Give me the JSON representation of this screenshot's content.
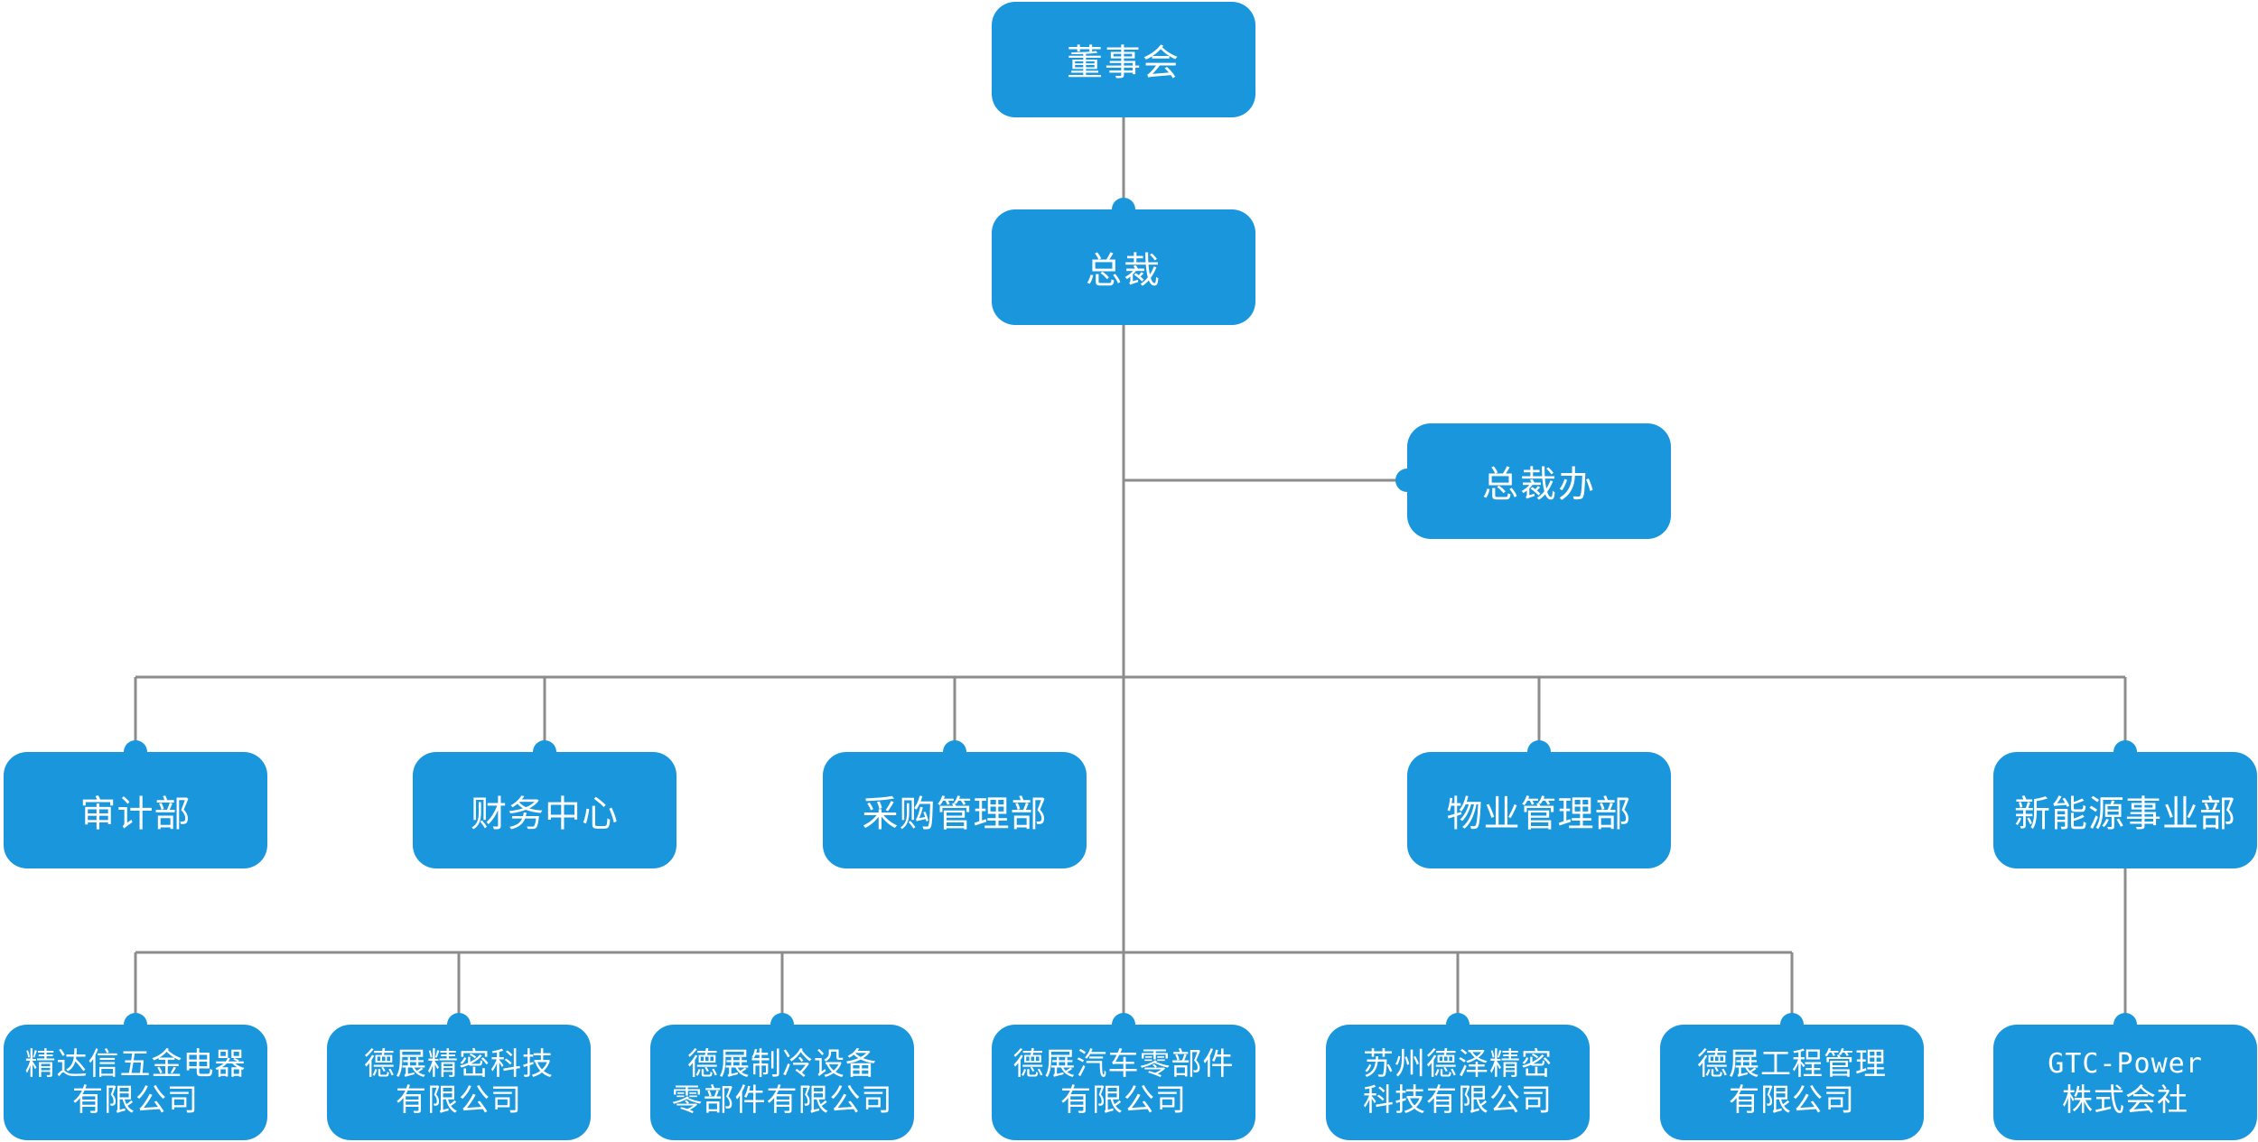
{
  "colors": {
    "node": "#1a97dc",
    "connector": "#8c8c8c",
    "text": "#ffffff"
  },
  "org": {
    "board": [
      "董事会"
    ],
    "president": [
      "总裁"
    ],
    "president_office": [
      "总裁办"
    ],
    "departments": [
      [
        "审计部"
      ],
      [
        "财务中心"
      ],
      [
        "采购管理部"
      ],
      [
        "物业管理部"
      ],
      [
        "新能源事业部"
      ]
    ],
    "subsidiaries": [
      [
        "精达信五金电器",
        "有限公司"
      ],
      [
        "德展精密科技",
        "有限公司"
      ],
      [
        "德展制冷设备",
        "零部件有限公司"
      ],
      [
        "德展汽车零部件",
        "有限公司"
      ],
      [
        "苏州德泽精密",
        "科技有限公司"
      ],
      [
        "德展工程管理",
        "有限公司"
      ]
    ],
    "new_energy_subsidiary": [
      "GTC-Power",
      "株式会社"
    ]
  }
}
